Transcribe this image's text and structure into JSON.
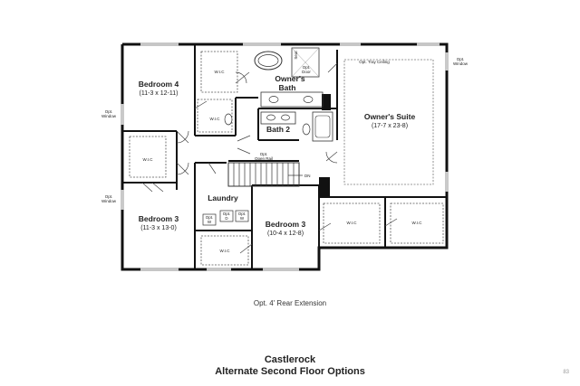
{
  "rooms": {
    "bedroom4": {
      "name": "Bedroom 4",
      "dims": "(11-3 x 12-11)"
    },
    "owners_bath": {
      "line1": "Owner's",
      "line2": "Bath"
    },
    "bath2": {
      "name": "Bath 2"
    },
    "owners_suite": {
      "name": "Owner's Suite",
      "dims": "(17-7 x 23-8)"
    },
    "laundry": {
      "name": "Laundry"
    },
    "bedroom3_left": {
      "name": "Bedroom 3",
      "dims": "(11-3 x 13-0)"
    },
    "bedroom3_right": {
      "name": "Bedroom 3",
      "dims": "(10-4 x 12-8)"
    }
  },
  "labels": {
    "wic": "W.I.C",
    "opt_window": [
      "Opt.",
      "Window"
    ],
    "opt_tray_ceiling": "Opt. Tray Ceiling",
    "opt_open_rail": [
      "Opt.",
      "Open Rail"
    ],
    "dn": "DN",
    "seat": "Seat",
    "opt_door": [
      "Opt.",
      "Door"
    ],
    "opt_w": [
      "Opt.",
      "W"
    ],
    "opt_d": [
      "Opt.",
      "D"
    ]
  },
  "footer": {
    "rear_extension": "Opt. 4' Rear Extension",
    "title": "Castlerock",
    "subtitle": "Alternate Second Floor Options",
    "page_number": "83"
  }
}
